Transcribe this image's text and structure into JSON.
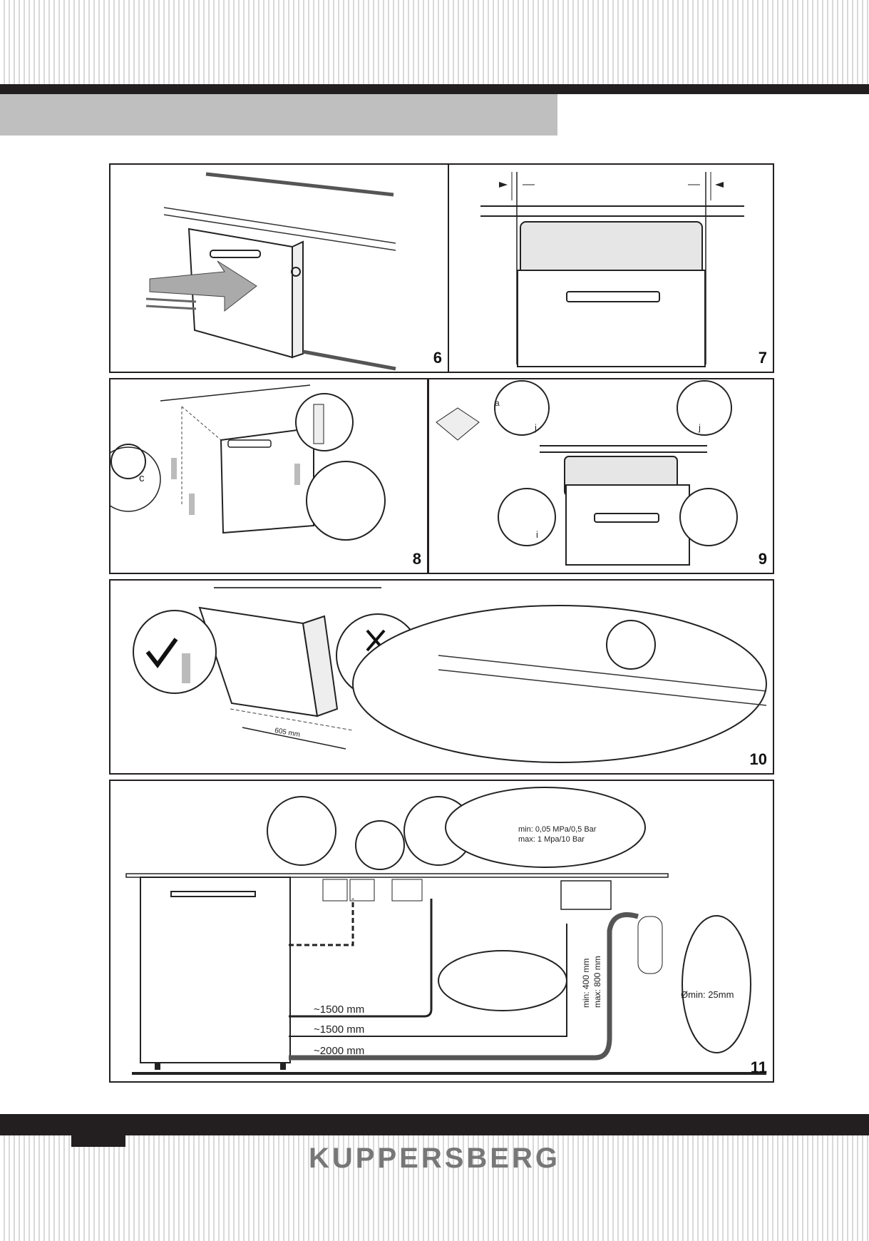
{
  "brand": "KUPPERSBERG",
  "figures": {
    "f6": {
      "number": "6"
    },
    "f7": {
      "number": "7"
    },
    "f8": {
      "number": "8",
      "label_c": "c"
    },
    "f9": {
      "number": "9",
      "label_a": "a",
      "label_j": "j",
      "label_i": "i"
    },
    "f10": {
      "number": "10",
      "dimension": "605 mm"
    },
    "f11": {
      "number": "11",
      "pressure_min": "min: 0,05 MPa/0,5 Bar",
      "pressure_max": "max: 1 Mpa/10 Bar",
      "cable_length": "~1500 mm",
      "inlet_length": "~1500 mm",
      "drain_length": "~2000 mm",
      "drain_min_height": "min: 400 mm",
      "drain_max_height": "max: 800 mm",
      "siphon_diameter": "Ømin: 25mm"
    }
  },
  "colors": {
    "dark_bar": "#231f20",
    "grey_bar": "#bfbfbf",
    "brand_text": "#777777"
  }
}
